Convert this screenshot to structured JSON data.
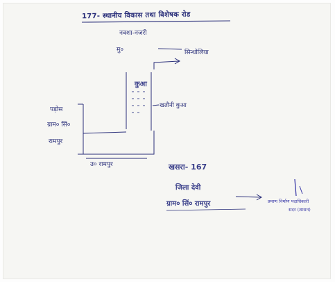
{
  "document": {
    "title": "177- स्थानीय विकास तथा विशेषक रोड",
    "subtitle": "नक्शा-नजरी",
    "north_label": "मु०",
    "target_label": "सिन्धोलिया",
    "well_label": "कुआ",
    "well_side_label": "खतौनी कुआ",
    "left_block": [
      "पड़ोस",
      "ग्राम० सिं०",
      "रामपुर"
    ],
    "bottom_label": "उ० रामपुर",
    "plot_number": "खसरा- 167",
    "district": "जिला देवी",
    "village": "ग्राम० सिं० रामपुर",
    "stamp_lines": [
      "प्रमाण निर्माण पदाधिकारी",
      "सदर (शासन)"
    ]
  },
  "colors": {
    "ink": "#2a2f7a",
    "paper": "#f6f6f3"
  }
}
